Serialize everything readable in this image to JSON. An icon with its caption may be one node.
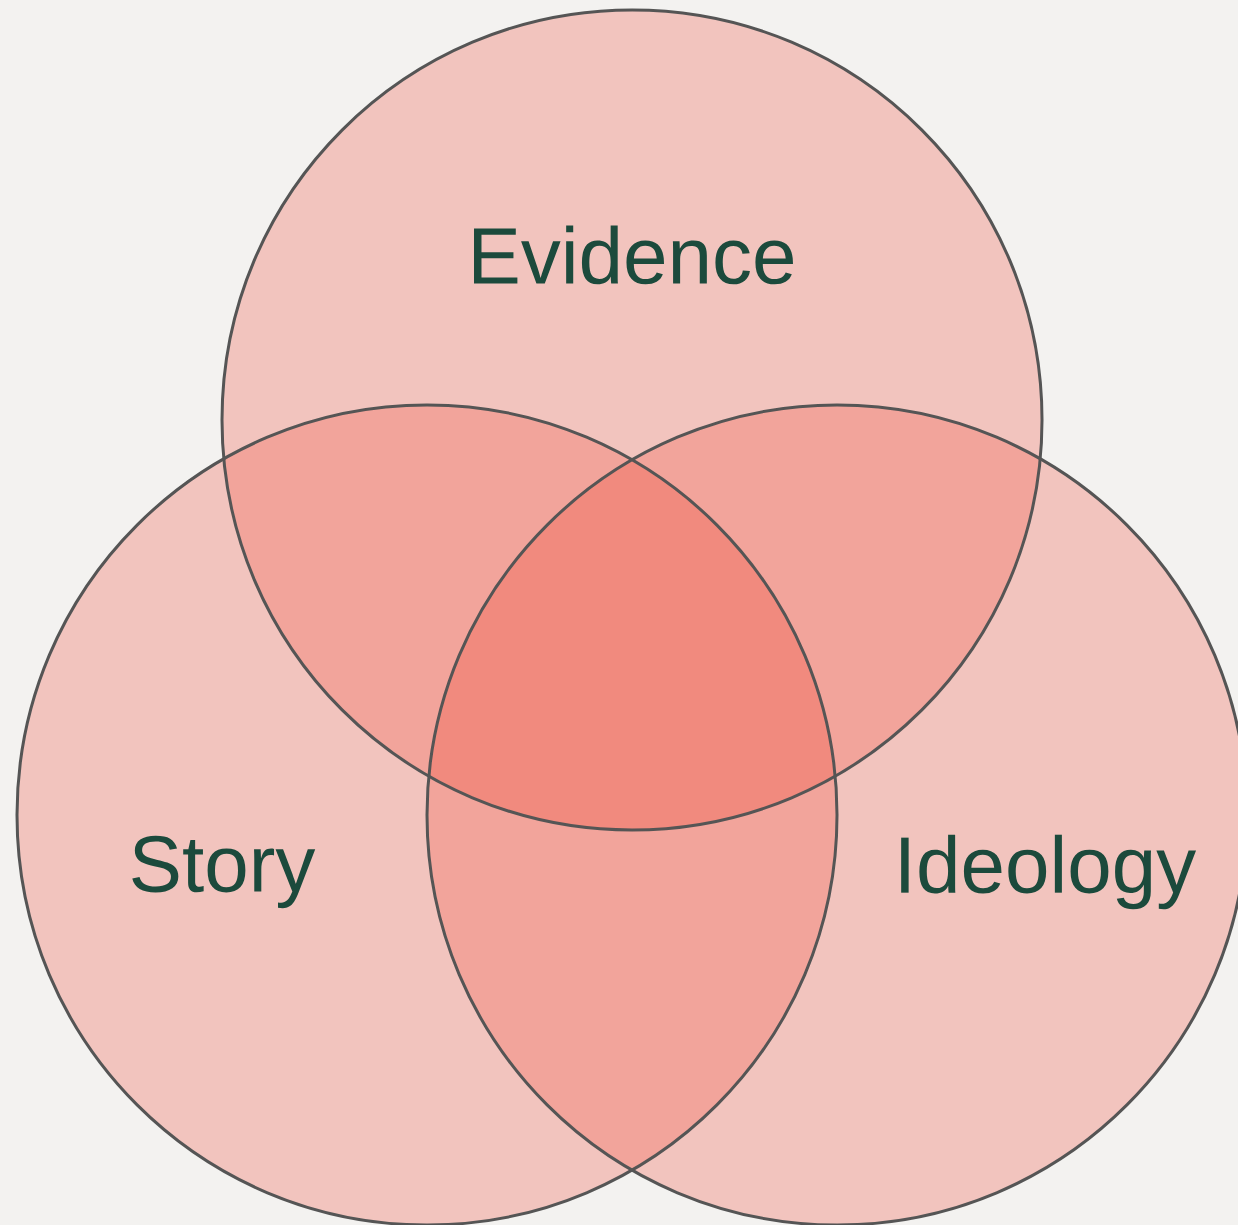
{
  "diagram": {
    "nodes": [
      {
        "text": [
          "Evidence"
        ]
      },
      {
        "text": [
          "Story"
        ]
      },
      {
        "text": [
          "Ideology"
        ]
      }
    ]
  }
}
